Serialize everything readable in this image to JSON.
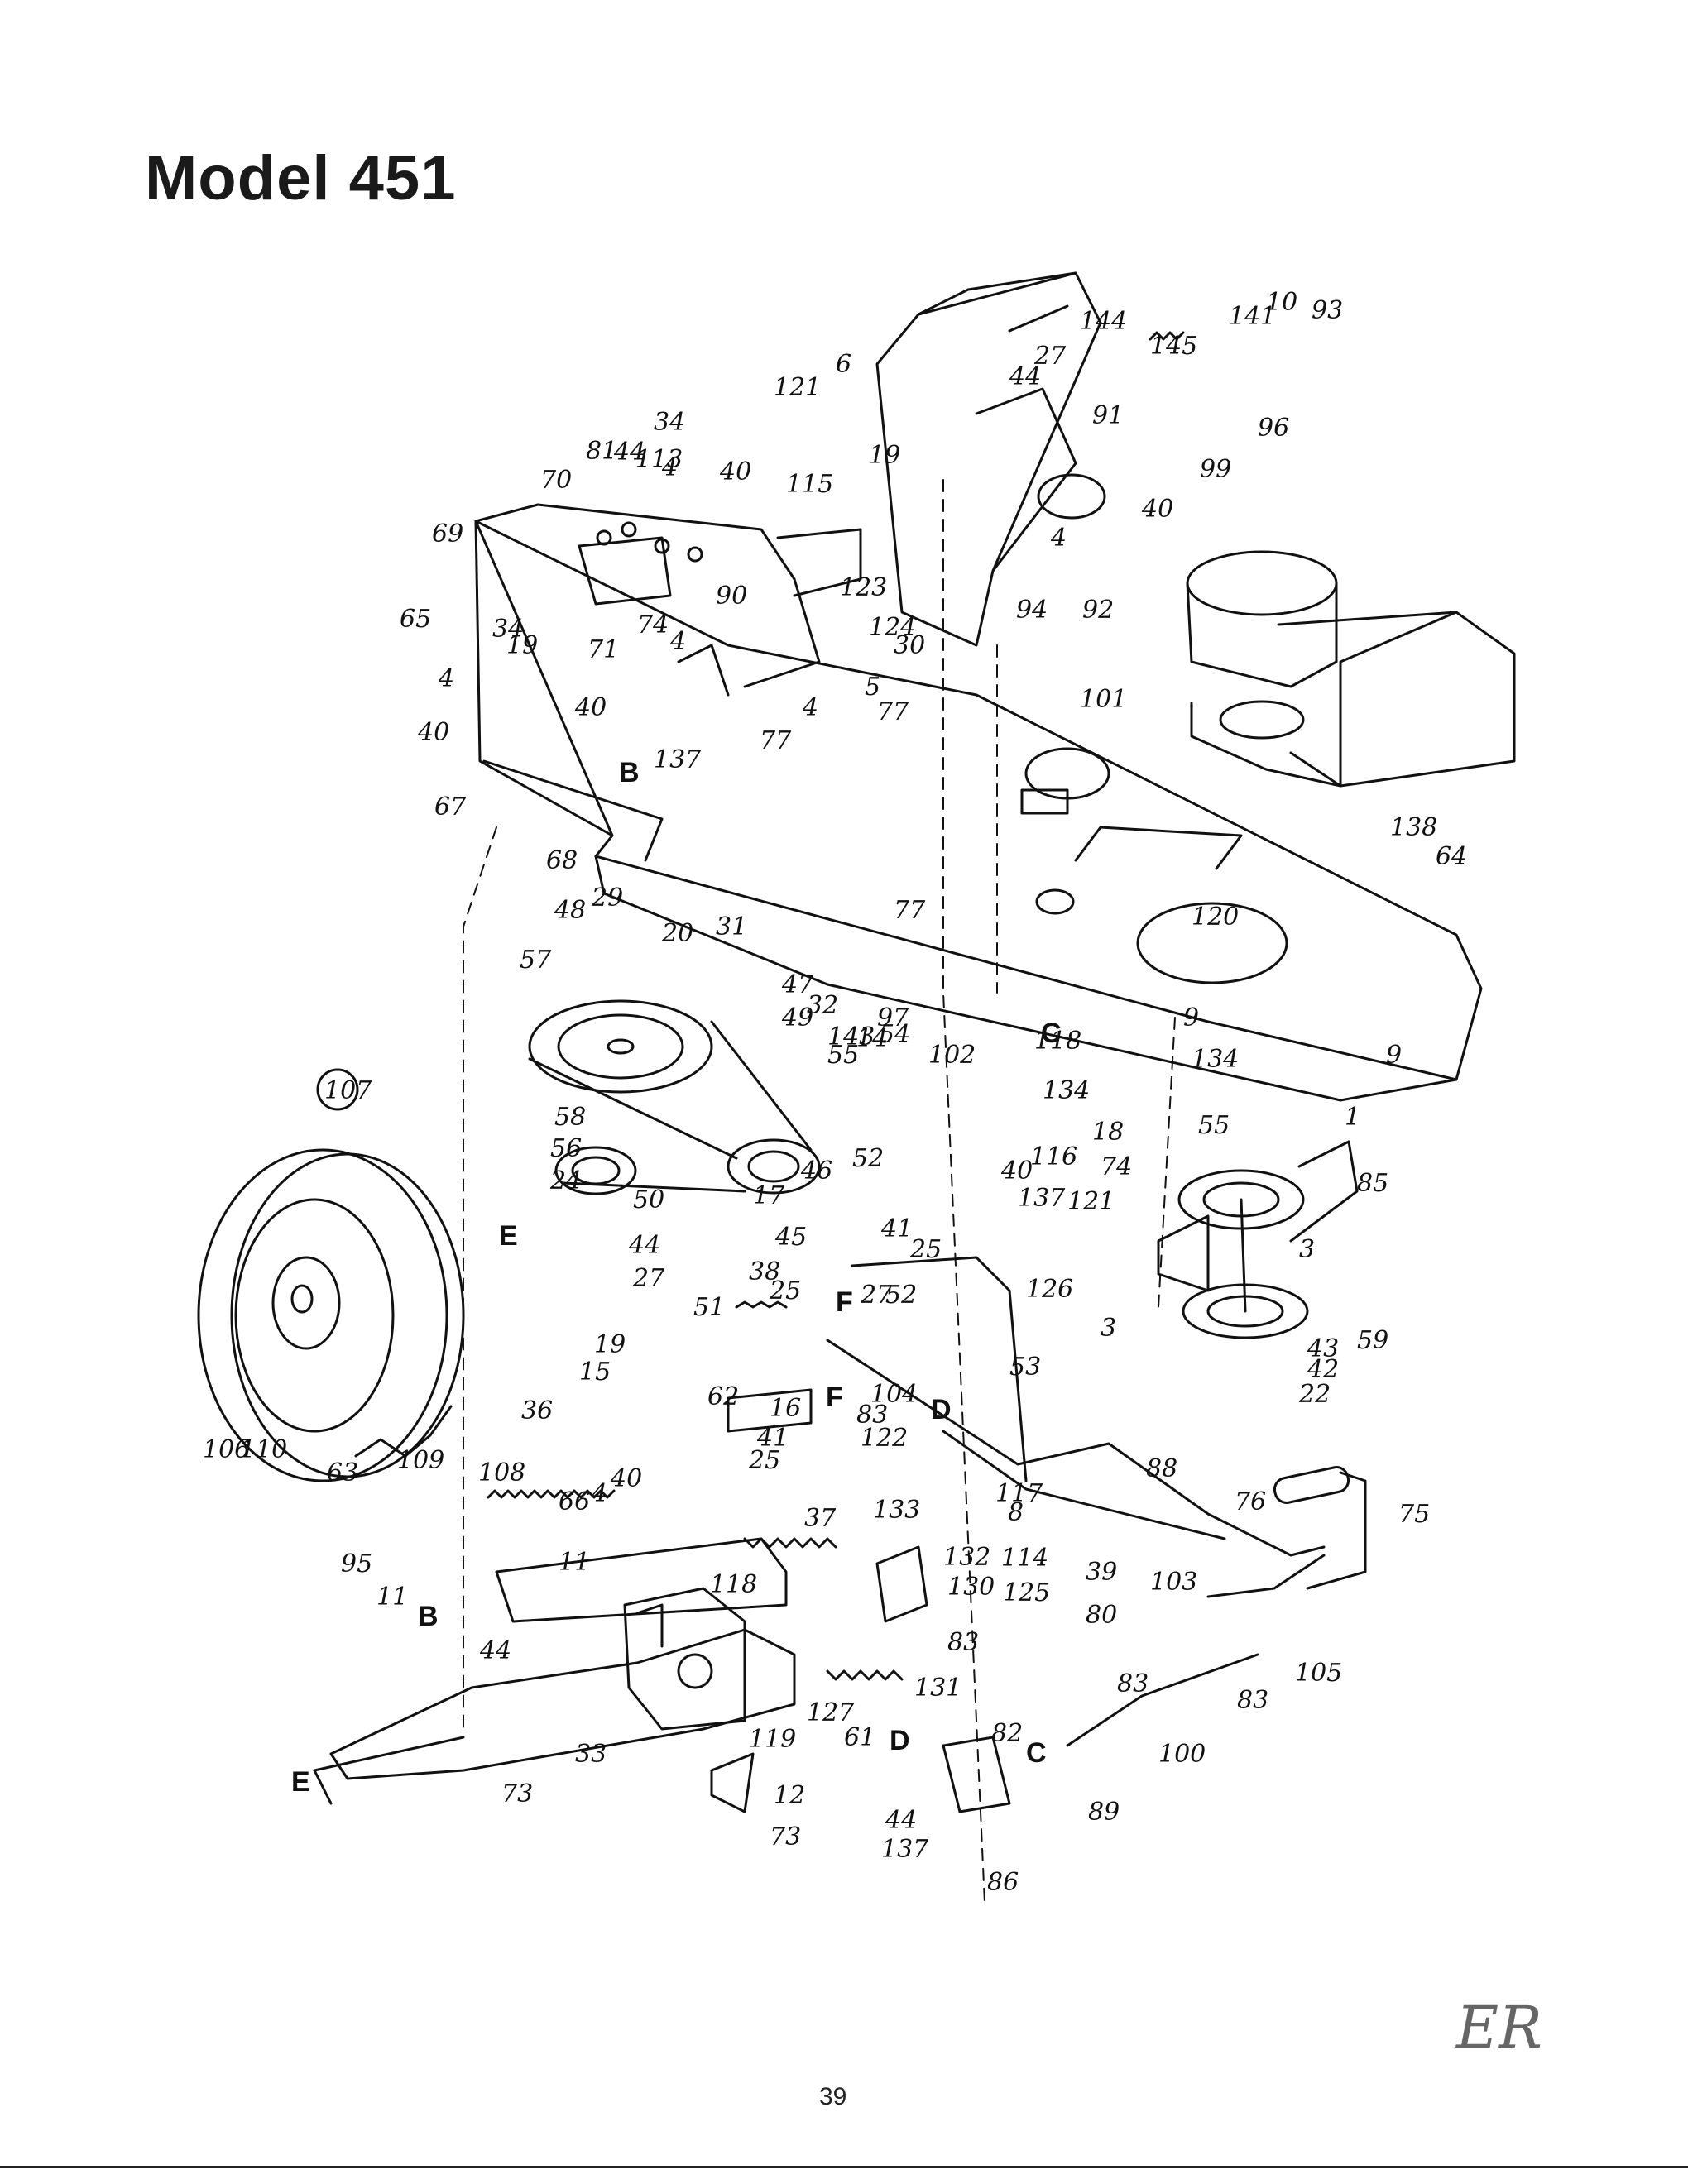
{
  "title": "Model 451",
  "page_number": "39",
  "handwritten_initials": "ER",
  "callouts": [
    {
      "id": "l1",
      "text": "1"
    },
    {
      "id": "l3a",
      "text": "3"
    },
    {
      "id": "l3b",
      "text": "3"
    },
    {
      "id": "l4a",
      "text": "4"
    },
    {
      "id": "l4b",
      "text": "4"
    },
    {
      "id": "l4c",
      "text": "4"
    },
    {
      "id": "l4d",
      "text": "4"
    },
    {
      "id": "l4e",
      "text": "4"
    },
    {
      "id": "l4f",
      "text": "4"
    },
    {
      "id": "l5",
      "text": "5"
    },
    {
      "id": "l6",
      "text": "6"
    },
    {
      "id": "l8",
      "text": "8"
    },
    {
      "id": "l9a",
      "text": "9"
    },
    {
      "id": "l9b",
      "text": "9"
    },
    {
      "id": "l10",
      "text": "10"
    },
    {
      "id": "l11a",
      "text": "11"
    },
    {
      "id": "l11b",
      "text": "11"
    },
    {
      "id": "l12",
      "text": "12"
    },
    {
      "id": "l14",
      "text": "14"
    },
    {
      "id": "l15",
      "text": "15"
    },
    {
      "id": "l16",
      "text": "16"
    },
    {
      "id": "l17",
      "text": "17"
    },
    {
      "id": "l18",
      "text": "18"
    },
    {
      "id": "l19a",
      "text": "19"
    },
    {
      "id": "l19b",
      "text": "19"
    },
    {
      "id": "l19c",
      "text": "19"
    },
    {
      "id": "l20",
      "text": "20"
    },
    {
      "id": "l22",
      "text": "22"
    },
    {
      "id": "l24",
      "text": "24"
    },
    {
      "id": "l25a",
      "text": "25"
    },
    {
      "id": "l25b",
      "text": "25"
    },
    {
      "id": "l25c",
      "text": "25"
    },
    {
      "id": "l27a",
      "text": "27"
    },
    {
      "id": "l27b",
      "text": "27"
    },
    {
      "id": "l27c",
      "text": "27"
    },
    {
      "id": "l29",
      "text": "29"
    },
    {
      "id": "l30",
      "text": "30"
    },
    {
      "id": "l31",
      "text": "31"
    },
    {
      "id": "l32",
      "text": "32"
    },
    {
      "id": "l33",
      "text": "33"
    },
    {
      "id": "l34a",
      "text": "34"
    },
    {
      "id": "l34b",
      "text": "34"
    },
    {
      "id": "l36",
      "text": "36"
    },
    {
      "id": "l37",
      "text": "37"
    },
    {
      "id": "l38",
      "text": "38"
    },
    {
      "id": "l39",
      "text": "39"
    },
    {
      "id": "l40a",
      "text": "40"
    },
    {
      "id": "l40b",
      "text": "40"
    },
    {
      "id": "l40c",
      "text": "40"
    },
    {
      "id": "l40d",
      "text": "40"
    },
    {
      "id": "l40e",
      "text": "40"
    },
    {
      "id": "l40f",
      "text": "40"
    },
    {
      "id": "l41a",
      "text": "41"
    },
    {
      "id": "l41b",
      "text": "41"
    },
    {
      "id": "l42",
      "text": "42"
    },
    {
      "id": "l43",
      "text": "43"
    },
    {
      "id": "l44a",
      "text": "44"
    },
    {
      "id": "l44b",
      "text": "44"
    },
    {
      "id": "l44c",
      "text": "44"
    },
    {
      "id": "l44d",
      "text": "44"
    },
    {
      "id": "l44e",
      "text": "44"
    },
    {
      "id": "l45",
      "text": "45"
    },
    {
      "id": "l46",
      "text": "46"
    },
    {
      "id": "l47",
      "text": "47"
    },
    {
      "id": "l48",
      "text": "48"
    },
    {
      "id": "l49",
      "text": "49"
    },
    {
      "id": "l50",
      "text": "50"
    },
    {
      "id": "l51",
      "text": "51"
    },
    {
      "id": "l52a",
      "text": "52"
    },
    {
      "id": "l52b",
      "text": "52"
    },
    {
      "id": "l53",
      "text": "53"
    },
    {
      "id": "l54",
      "text": "54"
    },
    {
      "id": "l55a",
      "text": "55"
    },
    {
      "id": "l55b",
      "text": "55"
    },
    {
      "id": "l56",
      "text": "56"
    },
    {
      "id": "l57",
      "text": "57"
    },
    {
      "id": "l58",
      "text": "58"
    },
    {
      "id": "l59",
      "text": "59"
    },
    {
      "id": "l61",
      "text": "61"
    },
    {
      "id": "l62",
      "text": "62"
    },
    {
      "id": "l63",
      "text": "63"
    },
    {
      "id": "l64",
      "text": "64"
    },
    {
      "id": "l65",
      "text": "65"
    },
    {
      "id": "l66",
      "text": "66"
    },
    {
      "id": "l67",
      "text": "67"
    },
    {
      "id": "l68",
      "text": "68"
    },
    {
      "id": "l69",
      "text": "69"
    },
    {
      "id": "l70",
      "text": "70"
    },
    {
      "id": "l71",
      "text": "71"
    },
    {
      "id": "l73a",
      "text": "73"
    },
    {
      "id": "l73b",
      "text": "73"
    },
    {
      "id": "l74a",
      "text": "74"
    },
    {
      "id": "l74b",
      "text": "74"
    },
    {
      "id": "l75",
      "text": "75"
    },
    {
      "id": "l76",
      "text": "76"
    },
    {
      "id": "l77a",
      "text": "77"
    },
    {
      "id": "l77b",
      "text": "77"
    },
    {
      "id": "l77c",
      "text": "77"
    },
    {
      "id": "l80",
      "text": "80"
    },
    {
      "id": "l81",
      "text": "81"
    },
    {
      "id": "l82",
      "text": "82"
    },
    {
      "id": "l83a",
      "text": "83"
    },
    {
      "id": "l83b",
      "text": "83"
    },
    {
      "id": "l83c",
      "text": "83"
    },
    {
      "id": "l83d",
      "text": "83"
    },
    {
      "id": "l85",
      "text": "85"
    },
    {
      "id": "l86",
      "text": "86"
    },
    {
      "id": "l88",
      "text": "88"
    },
    {
      "id": "l89",
      "text": "89"
    },
    {
      "id": "l90",
      "text": "90"
    },
    {
      "id": "l91",
      "text": "91"
    },
    {
      "id": "l92",
      "text": "92"
    },
    {
      "id": "l93",
      "text": "93"
    },
    {
      "id": "l94",
      "text": "94"
    },
    {
      "id": "l95",
      "text": "95"
    },
    {
      "id": "l96",
      "text": "96"
    },
    {
      "id": "l97",
      "text": "97"
    },
    {
      "id": "l99",
      "text": "99"
    },
    {
      "id": "l100",
      "text": "100"
    },
    {
      "id": "l101",
      "text": "101"
    },
    {
      "id": "l102",
      "text": "102"
    },
    {
      "id": "l103",
      "text": "103"
    },
    {
      "id": "l104",
      "text": "104"
    },
    {
      "id": "l105",
      "text": "105"
    },
    {
      "id": "l106",
      "text": "106"
    },
    {
      "id": "l107",
      "text": "107"
    },
    {
      "id": "l108",
      "text": "108"
    },
    {
      "id": "l109",
      "text": "109"
    },
    {
      "id": "l110",
      "text": "110"
    },
    {
      "id": "l113",
      "text": "113"
    },
    {
      "id": "l114",
      "text": "114"
    },
    {
      "id": "l115",
      "text": "115"
    },
    {
      "id": "l116",
      "text": "116"
    },
    {
      "id": "l117",
      "text": "117"
    },
    {
      "id": "l118a",
      "text": "118"
    },
    {
      "id": "l118b",
      "text": "118"
    },
    {
      "id": "l119",
      "text": "119"
    },
    {
      "id": "l120",
      "text": "120"
    },
    {
      "id": "l121a",
      "text": "121"
    },
    {
      "id": "l121b",
      "text": "121"
    },
    {
      "id": "l122",
      "text": "122"
    },
    {
      "id": "l123",
      "text": "123"
    },
    {
      "id": "l124",
      "text": "124"
    },
    {
      "id": "l125",
      "text": "125"
    },
    {
      "id": "l126",
      "text": "126"
    },
    {
      "id": "l127",
      "text": "127"
    },
    {
      "id": "l130",
      "text": "130"
    },
    {
      "id": "l131",
      "text": "131"
    },
    {
      "id": "l132",
      "text": "132"
    },
    {
      "id": "l133",
      "text": "133"
    },
    {
      "id": "l134a",
      "text": "134"
    },
    {
      "id": "l134b",
      "text": "134"
    },
    {
      "id": "l137a",
      "text": "137"
    },
    {
      "id": "l137b",
      "text": "137"
    },
    {
      "id": "l137c",
      "text": "137"
    },
    {
      "id": "l138",
      "text": "138"
    },
    {
      "id": "l141",
      "text": "141"
    },
    {
      "id": "l143",
      "text": "143"
    },
    {
      "id": "l144",
      "text": "144"
    },
    {
      "id": "l145",
      "text": "145"
    }
  ],
  "reference_letters": [
    {
      "id": "B1",
      "text": "B"
    },
    {
      "id": "B2",
      "text": "B"
    },
    {
      "id": "C1",
      "text": "C"
    },
    {
      "id": "C2",
      "text": "C"
    },
    {
      "id": "D1",
      "text": "D"
    },
    {
      "id": "D2",
      "text": "D"
    },
    {
      "id": "E1",
      "text": "E"
    },
    {
      "id": "E2",
      "text": "E"
    },
    {
      "id": "F1",
      "text": "F"
    },
    {
      "id": "F2",
      "text": "F"
    }
  ]
}
